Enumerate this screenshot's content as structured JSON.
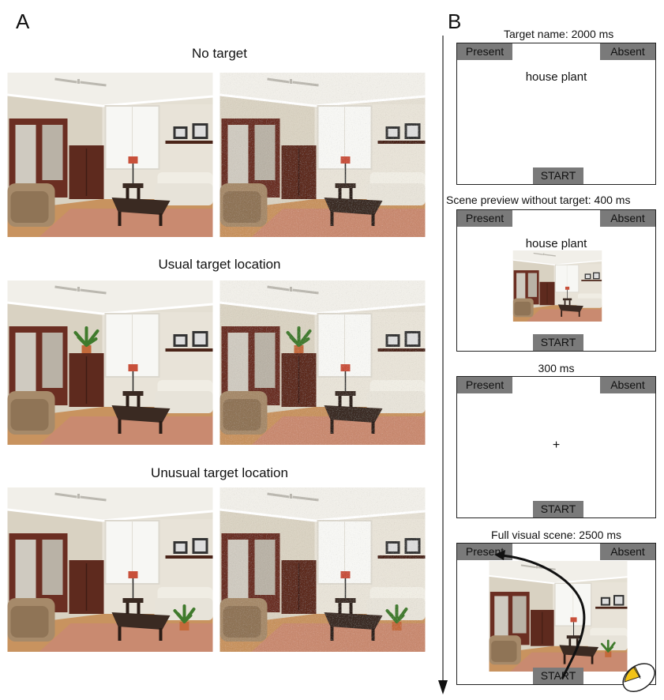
{
  "panel_a": {
    "letter": "A",
    "conditions": [
      {
        "title": "No target",
        "plant": "none"
      },
      {
        "title": "Usual target location",
        "plant": "usual"
      },
      {
        "title": "Unusual target location",
        "plant": "unusual"
      }
    ]
  },
  "panel_b": {
    "letter": "B",
    "screens": [
      {
        "title": "Target name: 2000 ms",
        "present": "Present",
        "absent": "Absent",
        "label": "house plant",
        "start": "START"
      },
      {
        "title": "Scene preview without target: 400 ms",
        "present": "Present",
        "absent": "Absent",
        "label": "house plant",
        "start": "START"
      },
      {
        "title": "300 ms",
        "present": "Present",
        "absent": "Absent",
        "fixation": "+",
        "start": "START"
      },
      {
        "title": "Full visual scene: 2500 ms",
        "present": "Present",
        "absent": "Absent",
        "start": "START"
      }
    ]
  },
  "colors": {
    "button": "#7a7a7a",
    "wall": "#e6e1d6",
    "wood": "#6b2e22",
    "floor": "#c8935f",
    "rug": "#c98a70"
  }
}
